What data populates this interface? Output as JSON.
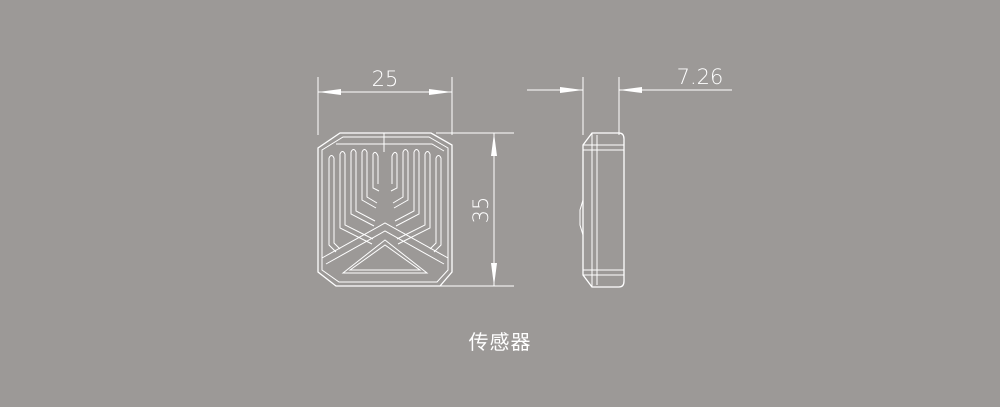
{
  "dimensions": {
    "width_label": "25",
    "height_label": "35",
    "thickness_label": "7.26"
  },
  "caption": "传感器"
}
